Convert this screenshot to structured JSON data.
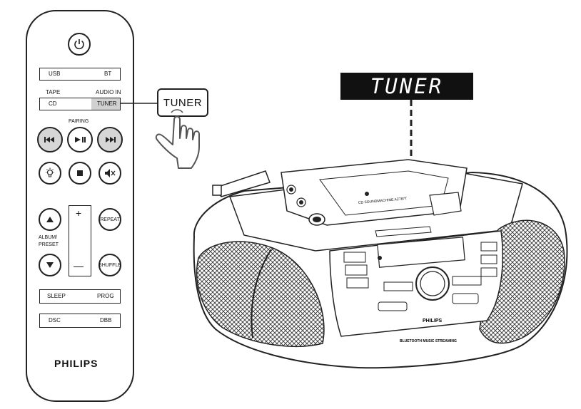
{
  "remote": {
    "buttons": {
      "usb": "USB",
      "bt": "BT",
      "tape": "TAPE",
      "audio_in": "AUDIO IN",
      "cd": "CD",
      "tuner": "TUNER",
      "pairing": "PAIRING",
      "album_preset_line1": "ALBUM/",
      "album_preset_line2": "PRESET",
      "plus": "+",
      "minus": "—",
      "repeat": "REPEAT",
      "shuffle": "SHUFFLE",
      "sleep": "SLEEP",
      "prog": "PROG",
      "dsc": "DSC",
      "dbb": "DBB"
    },
    "brand": "PHILIPS"
  },
  "callout": {
    "label": "TUNER"
  },
  "display": {
    "text": "TUNER"
  },
  "device": {
    "brand": "PHILIPS",
    "model_text": "CD SOUNDMACHINE AZ787T",
    "tagline": "BLUETOOTH MUSIC STREAMING"
  }
}
